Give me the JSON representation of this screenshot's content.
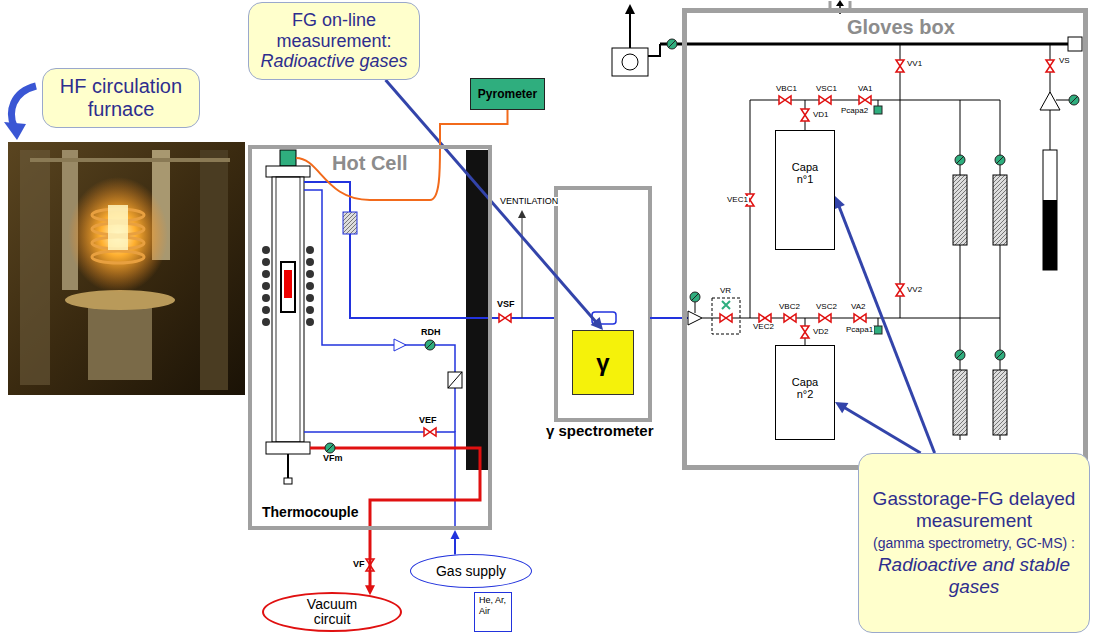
{
  "diagram": {
    "nodes": [
      {
        "text": [
          "FG on-line measurement:",
          "Radioactive gases"
        ]
      },
      {
        "text": [
          "HF circulation furnace"
        ]
      },
      {
        "text": [
          "Pyrometer"
        ]
      },
      {
        "text": [
          "Hot Cell"
        ]
      },
      {
        "text": [
          "γ"
        ]
      },
      {
        "text": [
          "Gloves box"
        ]
      },
      {
        "text": [
          "Capa n°1"
        ],
        "in": 5
      },
      {
        "text": [
          "Capa n°2"
        ],
        "in": 5
      },
      {
        "text": [
          "Gasstorage-FG delayed measurement",
          "(gamma spectrometry, GC-MS) :",
          "Radioactive and stable gases"
        ]
      },
      {
        "text": [
          "Vacuum circuit"
        ]
      },
      {
        "text": [
          "Gas supply"
        ]
      },
      {
        "text": [
          "He, Ar, Air"
        ]
      }
    ],
    "edges": [
      {
        "from": 0,
        "to": 4,
        "arrow": "to"
      },
      {
        "from": 8,
        "to": 6,
        "arrow": "to"
      },
      {
        "from": 8,
        "to": 7,
        "arrow": "to"
      },
      {
        "from": 3,
        "to": 9,
        "arrow": "to"
      },
      {
        "from": 10,
        "to": 3,
        "arrow": "to"
      },
      {
        "from": 2,
        "to": 3,
        "arrow": "none"
      }
    ],
    "labels": [
      "VENTILATION",
      "VSF",
      "RDH",
      "VEF",
      "VFm",
      "Thermocouple",
      "VF",
      "γ spectrometer",
      "VV1",
      "VS",
      "VBC1",
      "VEC1",
      "VSC1",
      "VA1",
      "Pcapa2",
      "VD1",
      "VV2",
      "VR",
      "VBC2",
      "VEC2",
      "VSC2",
      "VA2",
      "Pcapa1",
      "VD2"
    ]
  }
}
